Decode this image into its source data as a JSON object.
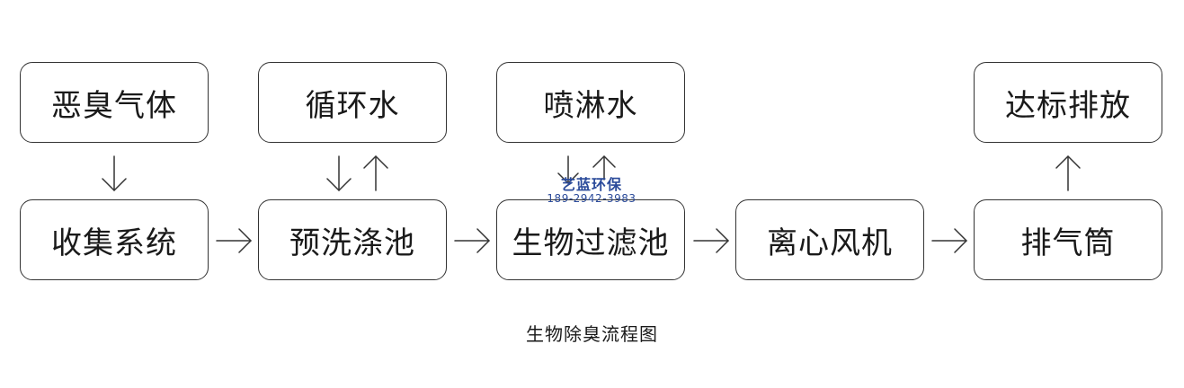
{
  "nodes": {
    "odor_gas": "恶臭气体",
    "circulating_water": "循环水",
    "spray_water": "喷淋水",
    "compliant_discharge": "达标排放",
    "collection_system": "收集系统",
    "prewash_pool": "预洗涤池",
    "biofilter_pool": "生物过滤池",
    "centrifugal_fan": "离心风机",
    "exhaust_stack": "排气筒"
  },
  "caption": "生物除臭流程图",
  "watermark": {
    "name": "艺蓝环保",
    "phone": "189-2942-3983",
    "color": "#2a4a9a"
  },
  "colors": {
    "stroke": "#333333",
    "text": "#1a1a1a"
  }
}
